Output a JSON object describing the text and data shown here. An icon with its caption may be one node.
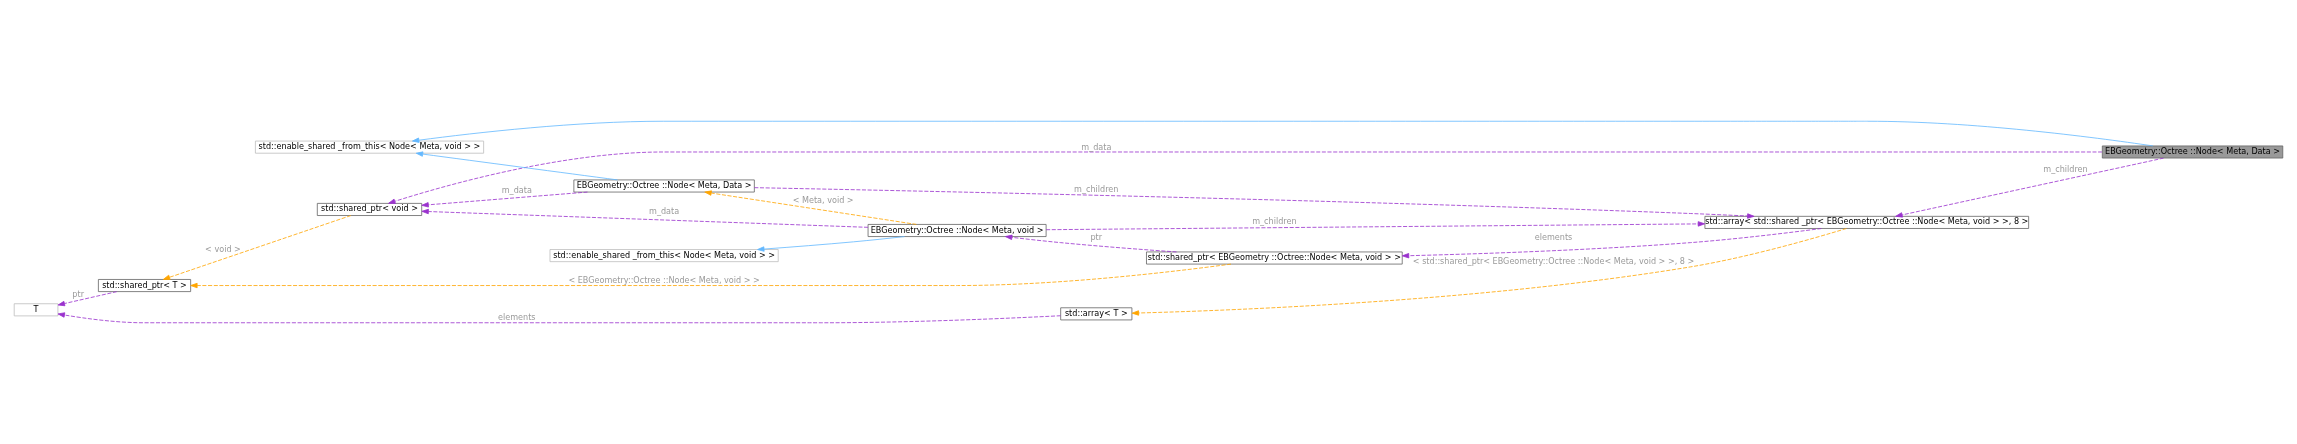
{
  "diagram": {
    "nodes": [
      {
        "text": [
          "EBGeometry::Octree ::Node< Meta, Data >"
        ]
      },
      {
        "text": [
          "std::enable_shared _from_this< Node< Meta, void > >"
        ]
      },
      {
        "text": [
          "EBGeometry::Octree ::Node< Meta, Data >"
        ]
      },
      {
        "text": [
          "std::shared_ptr< void >"
        ]
      },
      {
        "text": [
          "std::enable_shared _from_this< Node< Meta, void > >"
        ]
      },
      {
        "text": [
          "EBGeometry::Octree ::Node< Meta, void >"
        ]
      },
      {
        "text": [
          "std::array< std::shared _ptr< EBGeometry::Octree ::Node< Meta, void > >, 8 >"
        ]
      },
      {
        "text": [
          "std::shared_ptr< EBGeometry ::Octree::Node< Meta, void > >"
        ]
      },
      {
        "text": [
          "T"
        ]
      },
      {
        "text": [
          "std::shared_ptr< T >"
        ]
      },
      {
        "text": [
          "std::array< T >"
        ]
      }
    ],
    "edges": [
      {
        "from": 0,
        "to": 1,
        "arrow": "to",
        "color": "#63b8ff"
      },
      {
        "from": 0,
        "to": 3,
        "arrow": "to",
        "label": "m_data",
        "style": "dashed"
      },
      {
        "from": 0,
        "to": 6,
        "arrow": "to",
        "label": "m_children",
        "style": "dashed"
      },
      {
        "from": 2,
        "to": 1,
        "arrow": "to",
        "color": "#63b8ff"
      },
      {
        "from": 2,
        "to": 3,
        "arrow": "to",
        "label": "m_data",
        "style": "dashed"
      },
      {
        "from": 2,
        "to": 6,
        "arrow": "to",
        "label": "m_children",
        "style": "dashed"
      },
      {
        "from": 5,
        "to": 2,
        "arrow": "to",
        "label": "< Meta, void >",
        "style": "dashed",
        "color": "#ffa500"
      },
      {
        "from": 5,
        "to": 4,
        "arrow": "to",
        "color": "#63b8ff"
      },
      {
        "from": 5,
        "to": 3,
        "arrow": "to",
        "label": "m_data",
        "style": "dashed"
      },
      {
        "from": 5,
        "to": 6,
        "arrow": "to",
        "label": "m_children",
        "style": "dashed"
      },
      {
        "from": 7,
        "to": 5,
        "arrow": "to",
        "label": "ptr",
        "style": "dashed"
      },
      {
        "from": 6,
        "to": 7,
        "arrow": "to",
        "label": "elements",
        "style": "dashed"
      },
      {
        "from": 3,
        "to": 9,
        "arrow": "to",
        "label": "< void >",
        "style": "dashed",
        "color": "#ffa500"
      },
      {
        "from": 7,
        "to": 9,
        "arrow": "to",
        "label": "< EBGeometry::Octree ::Node< Meta, void > >",
        "style": "dashed",
        "color": "#ffa500"
      },
      {
        "from": 6,
        "to": 10,
        "arrow": "to",
        "label": "< std::shared_ptr< EBGeometry::Octree ::Node< Meta, void > >, 8 >",
        "style": "dashed",
        "color": "#ffa500"
      },
      {
        "from": 9,
        "to": 8,
        "arrow": "to",
        "label": "ptr",
        "style": "dashed"
      },
      {
        "from": 10,
        "to": 8,
        "arrow": "to",
        "label": "elements",
        "style": "dashed"
      }
    ]
  }
}
